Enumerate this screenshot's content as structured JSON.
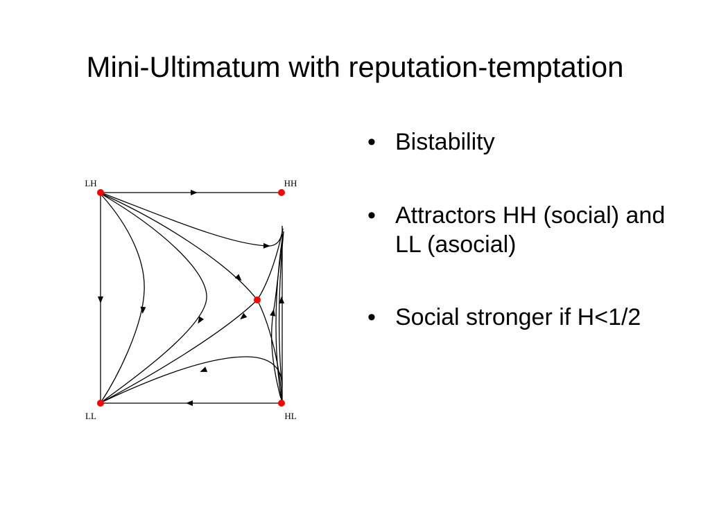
{
  "slide": {
    "title": "Mini-Ultimatum with reputation-temptation",
    "bullet_glyph": "•",
    "bullets": [
      {
        "text": "Bistability"
      },
      {
        "text": "Attractors HH (social) and LL (asocial)"
      },
      {
        "text": "Social stronger if H<1/2"
      }
    ]
  },
  "diagram": {
    "labels": {
      "lh": "LH",
      "hh": "HH",
      "ll": "LL",
      "hl": "HL"
    },
    "colors": {
      "fixed_point": "#ff0000",
      "line": "#000000"
    }
  }
}
